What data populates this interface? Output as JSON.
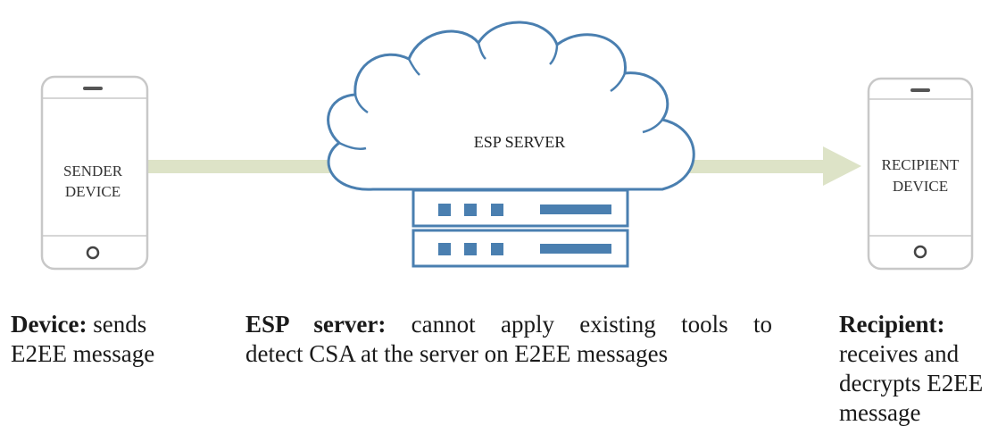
{
  "sender": {
    "label_line1": "SENDER",
    "label_line2": "DEVICE",
    "icon": "smartphone-icon"
  },
  "server": {
    "label": "ESP SERVER",
    "icons": [
      "cloud-icon",
      "server-rack-icon"
    ]
  },
  "recipient": {
    "label_line1": "RECIPIENT",
    "label_line2": "DEVICE",
    "icon": "smartphone-icon"
  },
  "arrow": {
    "icon": "arrow-right-icon"
  },
  "colors": {
    "arrow": "#dde3c7",
    "server_blue": "#4a7fb0",
    "phone_outline": "#c8c8c8"
  },
  "captions": {
    "device": {
      "title": "Device:",
      "text_a": " sends",
      "text_b": "E2EE message"
    },
    "server": {
      "title": "ESP server:",
      "text_a": " cannot apply existing tools to",
      "text_b": "detect CSA at the server on E2EE messages"
    },
    "recipient": {
      "title": "Recipient:",
      "text_a": "receives and",
      "text_b": "decrypts E2EE",
      "text_c": "message"
    }
  }
}
